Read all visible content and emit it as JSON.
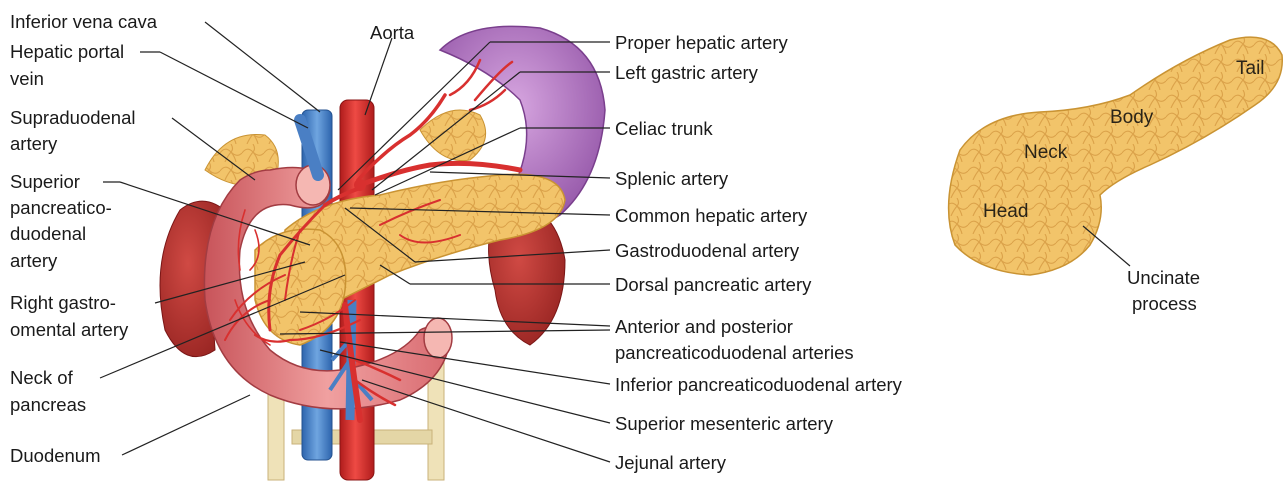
{
  "left_labels": {
    "inferior_vena_cava": "Inferior vena cava",
    "hepatic_portal_vein_1": "Hepatic portal",
    "hepatic_portal_vein_2": "vein",
    "supraduodenal_1": "Supraduodenal",
    "supraduodenal_2": "artery",
    "superior_pd_1": "Superior",
    "superior_pd_2": "pancreatico-",
    "superior_pd_3": "duodenal",
    "superior_pd_4": "artery",
    "right_gastro_1": "Right gastro-",
    "right_gastro_2": "omental artery",
    "neck_of_pancreas_1": "Neck of",
    "neck_of_pancreas_2": "pancreas",
    "duodenum": "Duodenum",
    "aorta": "Aorta"
  },
  "right_labels": {
    "proper_hepatic": "Proper hepatic artery",
    "left_gastric": "Left gastric artery",
    "celiac_trunk": "Celiac trunk",
    "splenic": "Splenic artery",
    "common_hepatic": "Common hepatic artery",
    "gastroduodenal": "Gastroduodenal artery",
    "dorsal_pancreatic": "Dorsal pancreatic artery",
    "ant_post_1": "Anterior and posterior",
    "ant_post_2": "pancreaticoduodenal arteries",
    "inferior_pd": "Inferior pancreaticoduodenal artery",
    "superior_mesenteric": "Superior mesenteric artery",
    "jejunal": "Jejunal artery"
  },
  "pancreas_parts": {
    "tail": "Tail",
    "body": "Body",
    "neck": "Neck",
    "head": "Head",
    "uncinate_1": "Uncinate",
    "uncinate_2": "process"
  },
  "colors": {
    "pancreas": "#f2c46a",
    "pancreas_dark": "#d9a446",
    "artery": "#d8302f",
    "vein": "#4a7fc4",
    "spleen": "#a46fb8",
    "kidney": "#b8302c",
    "duodenum": "#e58a8a",
    "leader": "#222222"
  }
}
